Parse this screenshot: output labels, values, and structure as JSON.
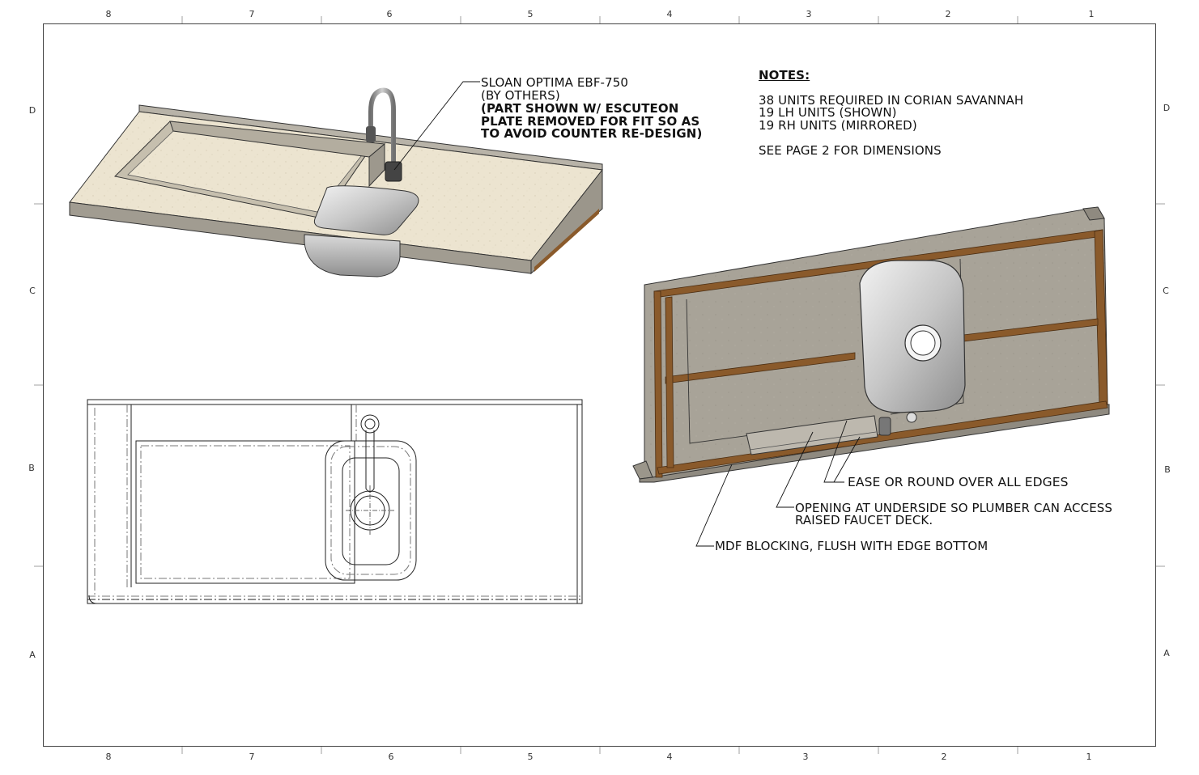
{
  "zones": {
    "columns": [
      "8",
      "7",
      "6",
      "5",
      "4",
      "3",
      "2",
      "1"
    ],
    "rows": [
      "D",
      "C",
      "B",
      "A"
    ]
  },
  "callout_faucet": {
    "line1": "SLOAN OPTIMA EBF-750",
    "line2": "(BY OTHERS)",
    "line3": "(PART SHOWN W/ ESCUTEON",
    "line4": "PLATE REMOVED FOR FIT SO AS",
    "line5": "TO AVOID COUNTER RE-DESIGN)"
  },
  "notes": {
    "title": "NOTES:",
    "line1": "38 UNITS REQUIRED IN CORIAN SAVANNAH",
    "line2": "19 LH UNITS (SHOWN)",
    "line3": "19 RH UNITS (MIRRORED)",
    "line4": "SEE PAGE 2 FOR DIMENSIONS"
  },
  "callout_edges": "EASE OR ROUND OVER ALL EDGES",
  "callout_opening": {
    "line1": "OPENING AT UNDERSIDE SO PLUMBER CAN ACCESS",
    "line2": "RAISED FAUCET DECK."
  },
  "callout_mdf": "MDF BLOCKING, FLUSH WITH EDGE BOTTOM",
  "colors": {
    "counter_top": "#ebe3cf",
    "counter_side": "#9e998f",
    "counter_underside": "#a9a49a",
    "mdf_blocking": "#8a5a2b",
    "sink_steel": "#c9c9c9",
    "line": "#111111"
  }
}
